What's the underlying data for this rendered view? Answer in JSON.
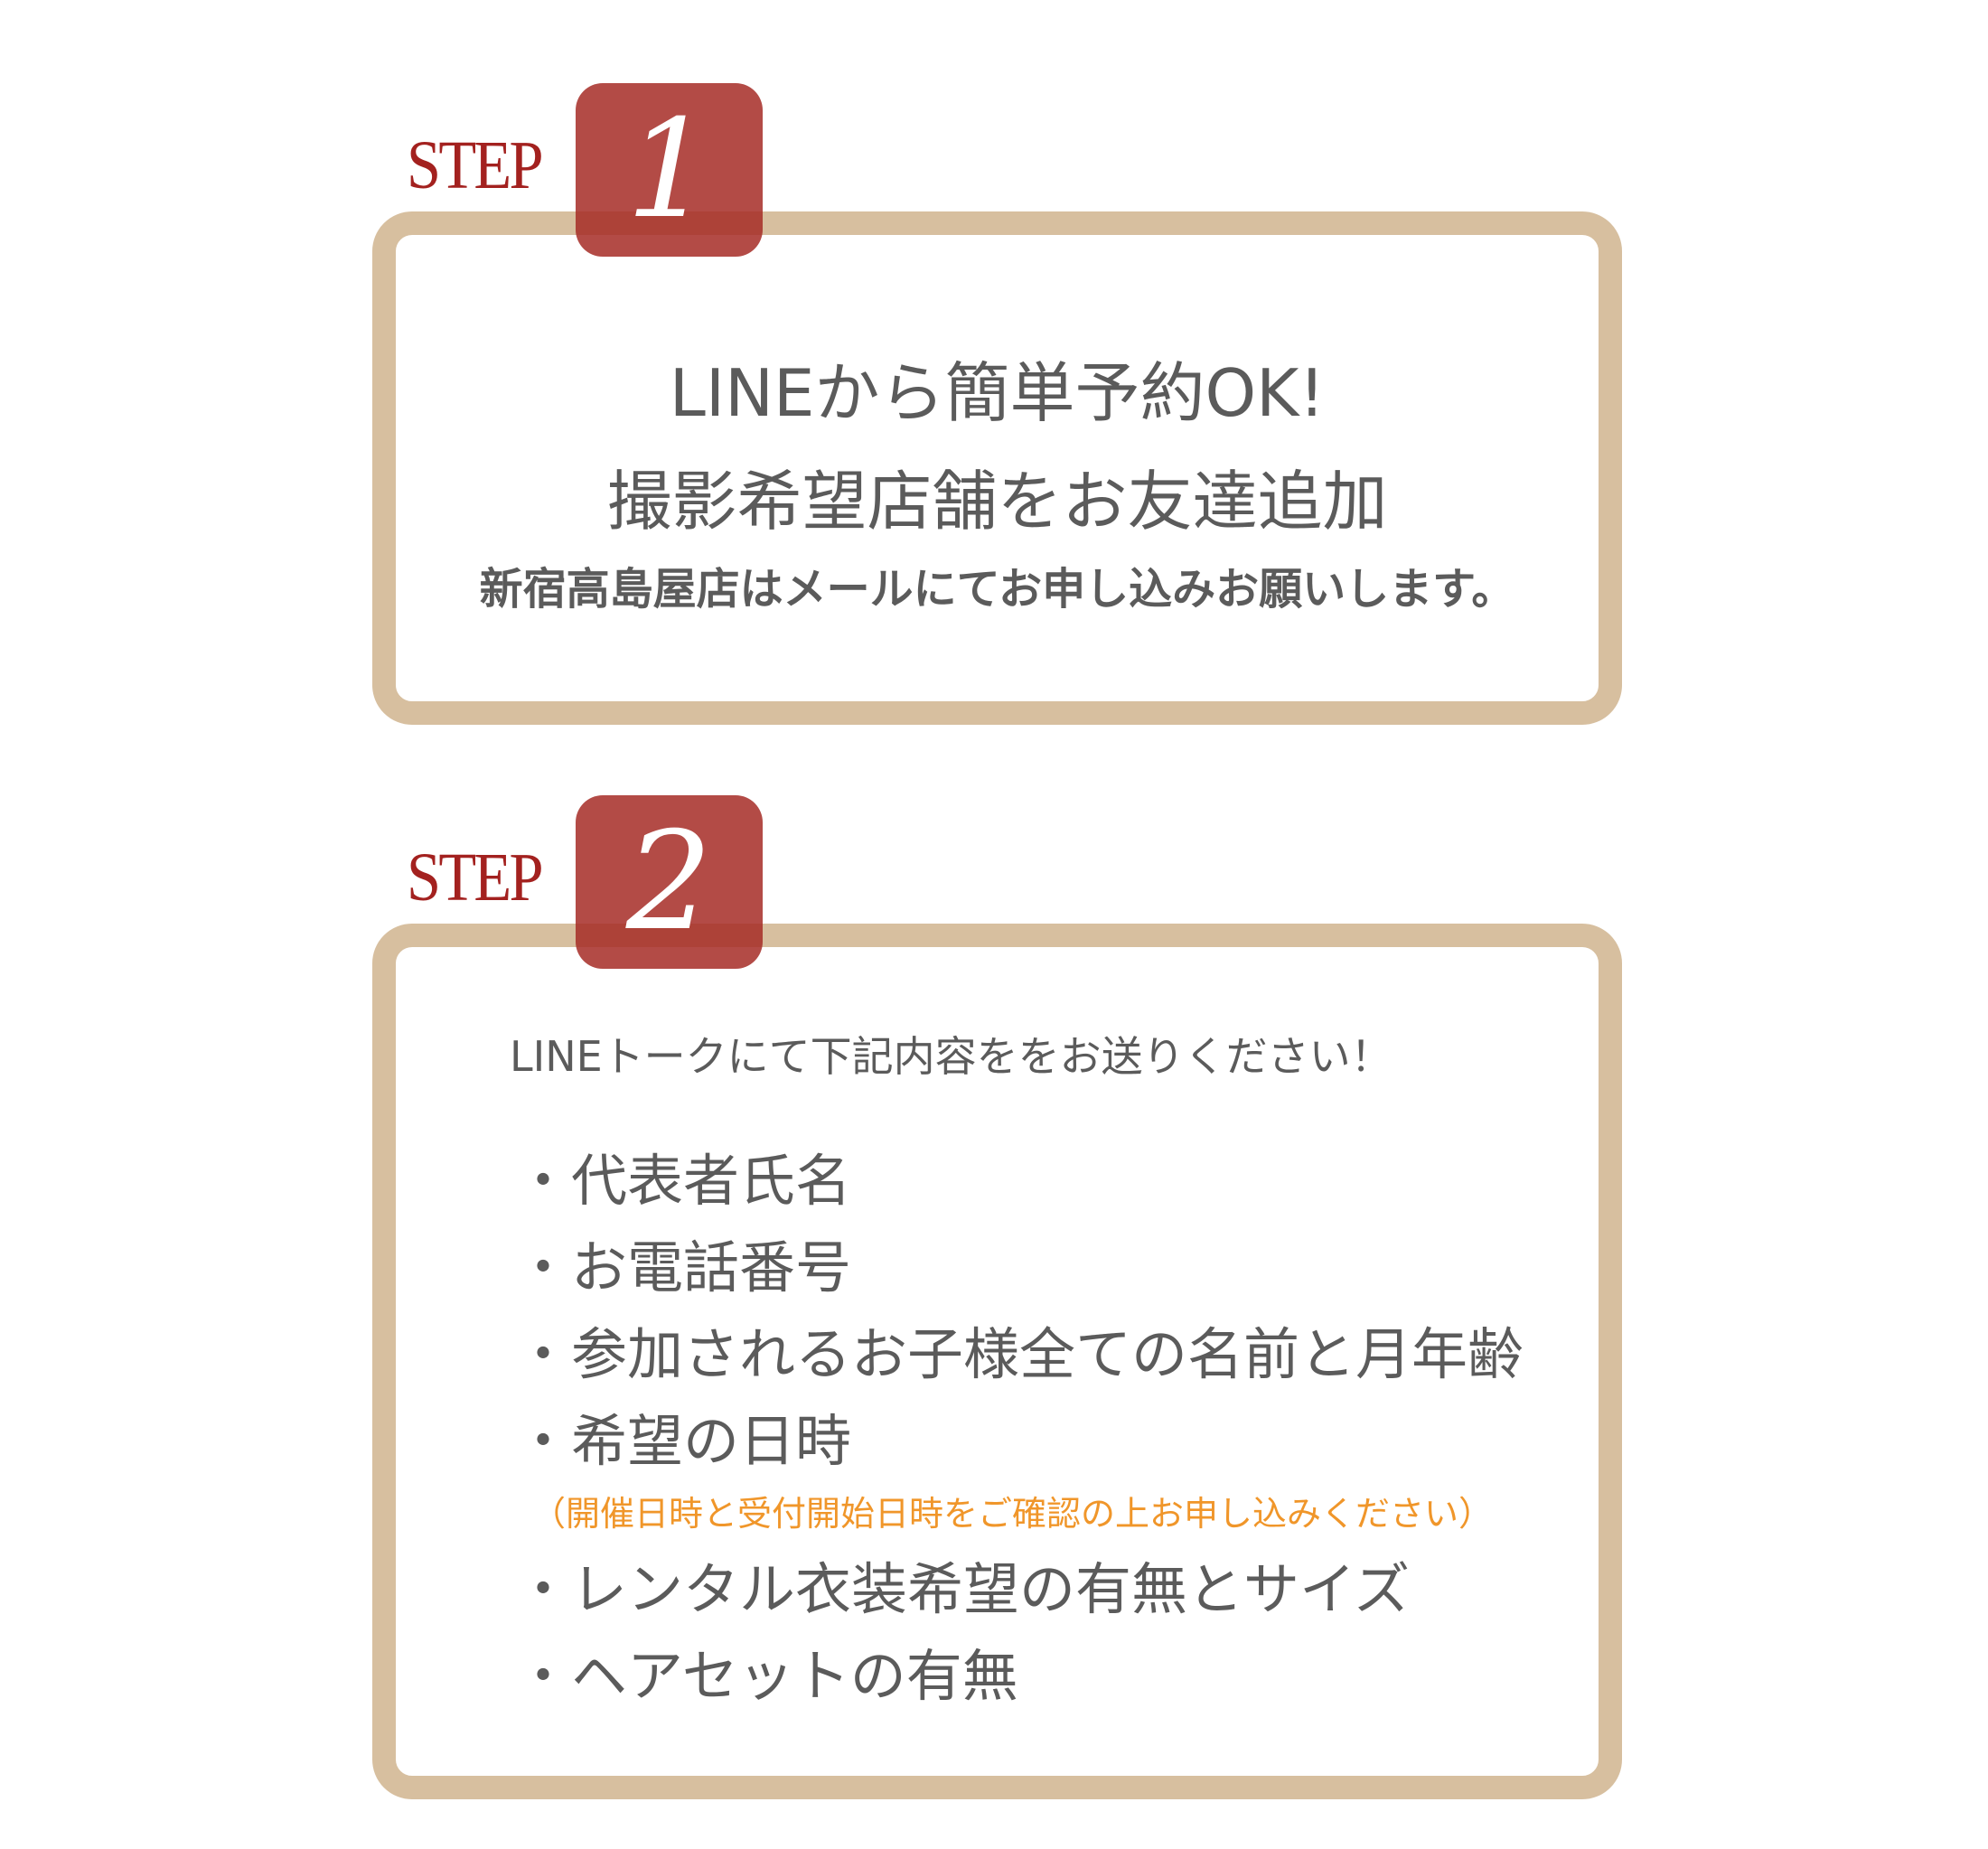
{
  "steps": [
    {
      "label": "STEP",
      "number": "1",
      "lines": [
        "LINEから簡単予約OK!",
        "撮影希望店舗をお友達追加",
        "新宿高島屋店はメールにてお申し込みお願いします。"
      ]
    },
    {
      "label": "STEP",
      "number": "2",
      "intro": "LINEトークにて下記内容ををお送りください！",
      "items": [
        "・代表者氏名",
        "・お電話番号",
        "・参加されるお子様全ての名前と月年齢",
        "・希望の日時",
        "・レンタル衣装希望の有無とサイズ",
        "・ヘアセットの有無"
      ],
      "note": "（開催日時と受付開始日時をご確認の上お申し込みください）"
    }
  ],
  "colors": {
    "frame": "#d7bf9f",
    "badge": "#b04b47",
    "step_text": "#a3211f",
    "body_text": "#5b5b5b",
    "note": "#f0962a"
  }
}
